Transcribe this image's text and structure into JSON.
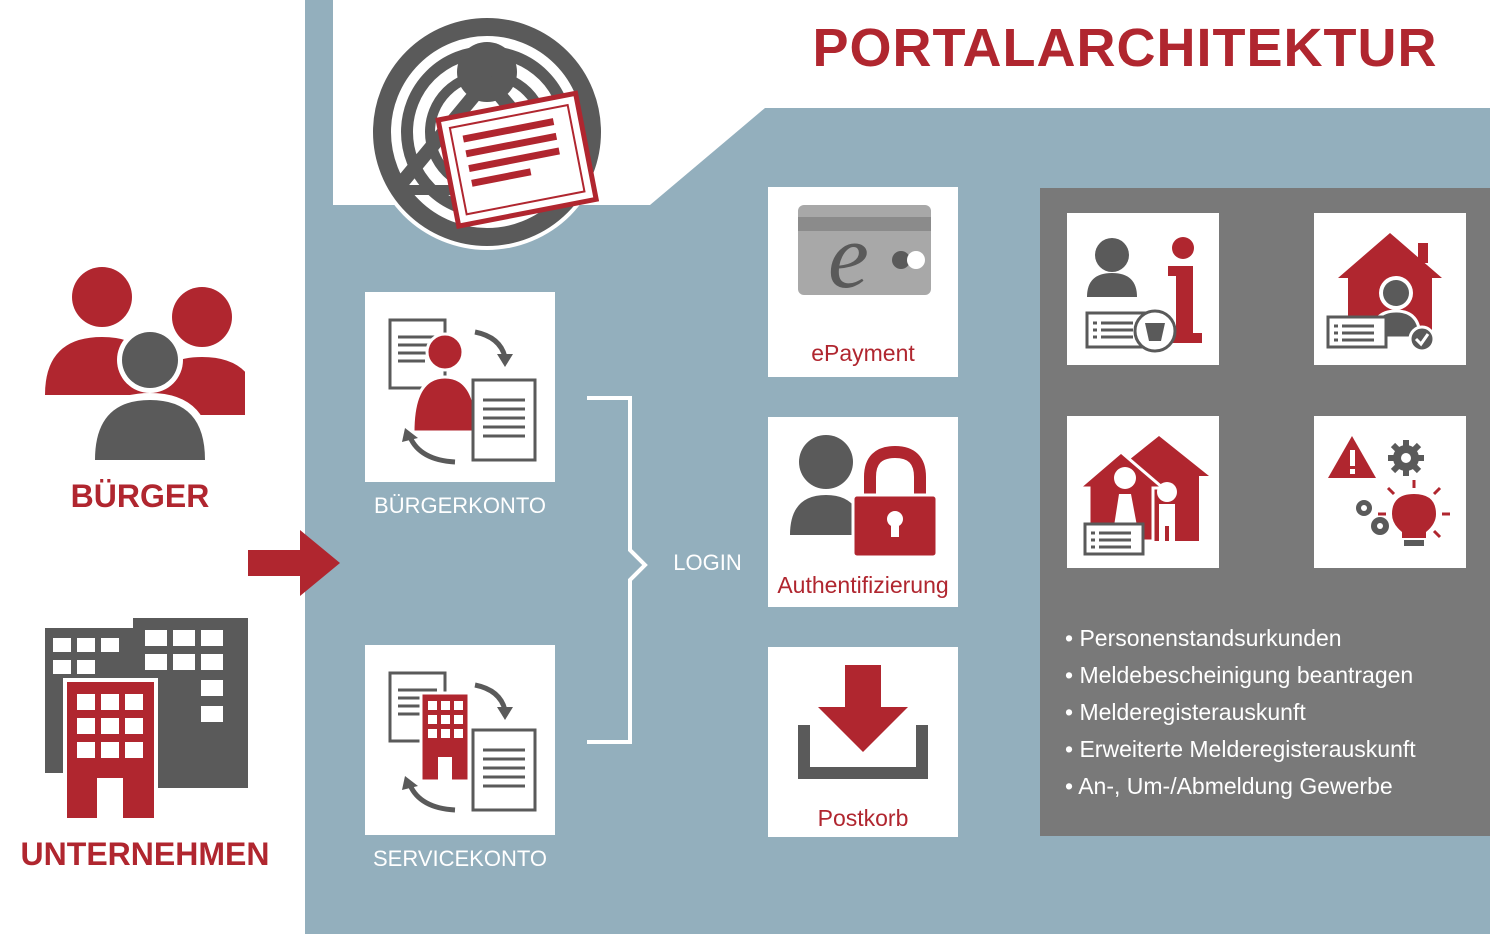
{
  "title": "PORTALARCHITEKTUR",
  "users": {
    "citizen_label": "BÜRGER",
    "business_label": "UNTERNEHMEN"
  },
  "accounts": {
    "citizen_account_label": "BÜRGERKONTO",
    "service_account_label": "SERVICEKONTO",
    "login_label": "LOGIN"
  },
  "services": {
    "payment_label": "ePayment",
    "auth_label": "Authentifizierung",
    "inbox_label": "Postkorb"
  },
  "offerings": {
    "items": [
      "Personenstandsurkunden",
      "Meldebescheinigung beantragen",
      "Melderegisterauskunft",
      "Erweiterte Melderegisterauskunft",
      "An-, Um-/Abmeldung Gewerbe"
    ]
  },
  "colors": {
    "brand_red": "#b0262f",
    "panel_blue": "#93afbd",
    "dark_gray": "#5a5a5a",
    "panel_gray": "#797979"
  },
  "icons": {
    "citizen": "people-group-icon",
    "business": "buildings-icon",
    "portal": "portal-document-icon",
    "payment": "credit-card-icon",
    "auth": "user-lock-icon",
    "inbox": "download-tray-icon"
  }
}
